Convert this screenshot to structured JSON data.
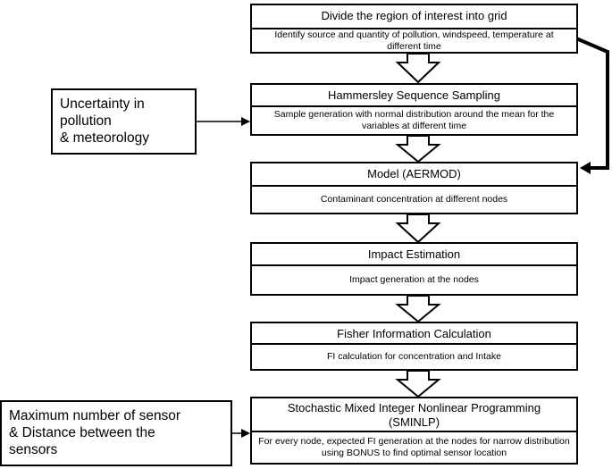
{
  "steps": [
    {
      "title": "Divide the region of interest into grid",
      "description": "Identify source and quantity of pollution, windspeed, temperature at different time"
    },
    {
      "title": "Hammersley Sequence Sampling",
      "description": "Sample generation with normal distribution around the mean for the variables at different time"
    },
    {
      "title": "Model (AERMOD)",
      "description": "Contaminant concentration at different nodes"
    },
    {
      "title": "Impact Estimation",
      "description": "Impact generation at the nodes"
    },
    {
      "title": "Fisher Information Calculation",
      "description": "FI calculation for concentration and Intake"
    },
    {
      "title": "Stochastic Mixed Integer Nonlinear Programming (SMINLP)",
      "description": "For every node, expected FI generation at the nodes for narrow distribution using BONUS to find optimal sensor location"
    }
  ],
  "inputs": {
    "uncertainty": {
      "lines": [
        "Uncertainty in",
        "pollution",
        "& meteorology"
      ]
    },
    "constraints": {
      "lines": [
        "Maximum number of sensor",
        "& Distance between the",
        "sensors"
      ]
    }
  }
}
